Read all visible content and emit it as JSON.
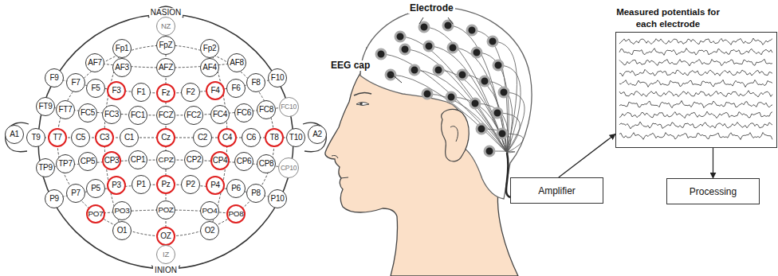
{
  "diagram": {
    "nodes": [
      {
        "text": [
          "NZ"
        ]
      },
      {
        "text": [
          "Fp1"
        ]
      },
      {
        "text": [
          "FpZ"
        ]
      },
      {
        "text": [
          "Fp2"
        ]
      },
      {
        "text": [
          "AF7"
        ]
      },
      {
        "text": [
          "AF3"
        ]
      },
      {
        "text": [
          "AFZ"
        ]
      },
      {
        "text": [
          "AF4"
        ]
      },
      {
        "text": [
          "AF8"
        ]
      },
      {
        "text": [
          "F9"
        ]
      },
      {
        "text": [
          "F7"
        ]
      },
      {
        "text": [
          "F5"
        ]
      },
      {
        "text": [
          "F3"
        ]
      },
      {
        "text": [
          "F1"
        ]
      },
      {
        "text": [
          "Fz"
        ]
      },
      {
        "text": [
          "F2"
        ]
      },
      {
        "text": [
          "F4"
        ]
      },
      {
        "text": [
          "F6"
        ]
      },
      {
        "text": [
          "F8"
        ]
      },
      {
        "text": [
          "F10"
        ]
      },
      {
        "text": [
          "FT9"
        ]
      },
      {
        "text": [
          "FT7"
        ]
      },
      {
        "text": [
          "FC5"
        ]
      },
      {
        "text": [
          "FC3"
        ]
      },
      {
        "text": [
          "FC1"
        ]
      },
      {
        "text": [
          "FCZ"
        ]
      },
      {
        "text": [
          "FC2"
        ]
      },
      {
        "text": [
          "FC4"
        ]
      },
      {
        "text": [
          "FC6"
        ]
      },
      {
        "text": [
          "FC8"
        ]
      },
      {
        "text": [
          "FC10"
        ]
      },
      {
        "text": [
          "A1"
        ]
      },
      {
        "text": [
          "T9"
        ]
      },
      {
        "text": [
          "T7"
        ]
      },
      {
        "text": [
          "C5"
        ]
      },
      {
        "text": [
          "C3"
        ]
      },
      {
        "text": [
          "C1"
        ]
      },
      {
        "text": [
          "Cz"
        ]
      },
      {
        "text": [
          "C2"
        ]
      },
      {
        "text": [
          "C4"
        ]
      },
      {
        "text": [
          "C6"
        ]
      },
      {
        "text": [
          "T8"
        ]
      },
      {
        "text": [
          "T10"
        ]
      },
      {
        "text": [
          "A2"
        ]
      },
      {
        "text": [
          "TP9"
        ]
      },
      {
        "text": [
          "TP7"
        ]
      },
      {
        "text": [
          "CP5"
        ]
      },
      {
        "text": [
          "CP3"
        ]
      },
      {
        "text": [
          "CP1"
        ]
      },
      {
        "text": [
          "CPZ"
        ]
      },
      {
        "text": [
          "CP2"
        ]
      },
      {
        "text": [
          "CP4"
        ]
      },
      {
        "text": [
          "CP6"
        ]
      },
      {
        "text": [
          "CP8"
        ]
      },
      {
        "text": [
          "CP10"
        ]
      },
      {
        "text": [
          "P9"
        ]
      },
      {
        "text": [
          "P7"
        ]
      },
      {
        "text": [
          "P5"
        ]
      },
      {
        "text": [
          "P3"
        ]
      },
      {
        "text": [
          "P1"
        ]
      },
      {
        "text": [
          "Pz"
        ]
      },
      {
        "text": [
          "P2"
        ]
      },
      {
        "text": [
          "P4"
        ]
      },
      {
        "text": [
          "P6"
        ]
      },
      {
        "text": [
          "P8"
        ]
      },
      {
        "text": [
          "P10"
        ]
      },
      {
        "text": [
          "PO7"
        ]
      },
      {
        "text": [
          "PO3"
        ]
      },
      {
        "text": [
          "POZ"
        ]
      },
      {
        "text": [
          "PO4"
        ]
      },
      {
        "text": [
          "PO8"
        ]
      },
      {
        "text": [
          "O1"
        ]
      },
      {
        "text": [
          "OZ"
        ]
      },
      {
        "text": [
          "O2"
        ]
      },
      {
        "text": [
          "IZ"
        ]
      },
      {
        "text": [
          "Measured potentials for each electrode"
        ]
      },
      {
        "text": [
          "Amplifier"
        ]
      },
      {
        "text": [
          "Processing"
        ]
      }
    ],
    "edges": [
      {
        "from": 76,
        "to": 75,
        "arrow": "to"
      },
      {
        "from": 75,
        "to": 77,
        "arrow": "to"
      }
    ],
    "labels": [
      "NASION",
      "INION",
      "EEG cap",
      "Electrode"
    ]
  }
}
